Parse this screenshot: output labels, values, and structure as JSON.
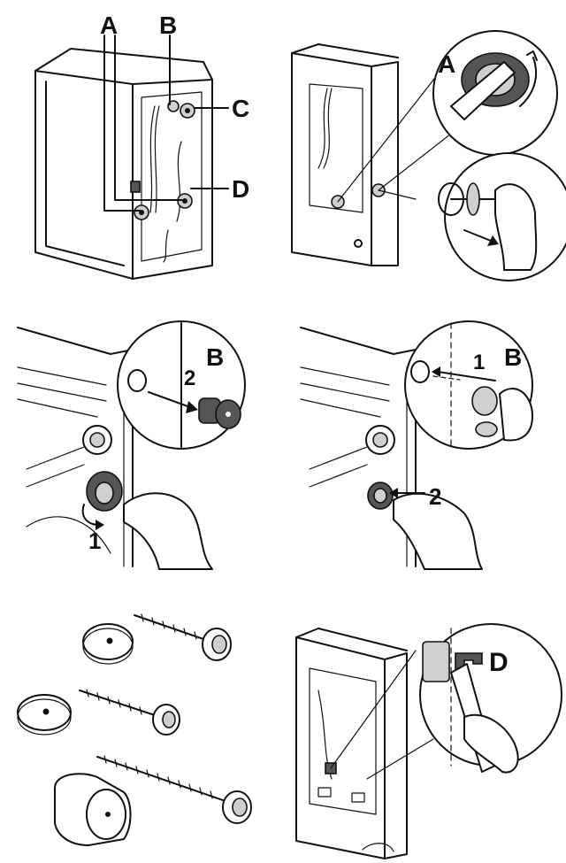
{
  "labels": {
    "p1": {
      "a": "A",
      "b": "B",
      "c": "C",
      "d": "D"
    },
    "p2": {
      "a": "A"
    },
    "p3": {
      "b": "B",
      "step1": "1",
      "step2": "2"
    },
    "p4": {
      "b": "B",
      "step1": "1",
      "step2": "2"
    },
    "p6": {
      "d": "D"
    }
  },
  "colors": {
    "line": "#111111",
    "panel": "#ffffff",
    "part_gray": "#cfcfcf",
    "part_dark": "#555555"
  }
}
